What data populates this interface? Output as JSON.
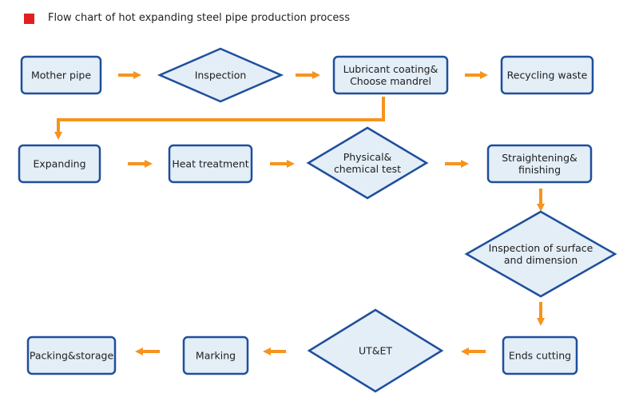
{
  "title": "Flow chart of hot expanding steel pipe production process",
  "colors": {
    "marker": "#e02020",
    "node_border": "#1f4f9c",
    "node_fill": "#e3eef7",
    "arrow": "#f7931e"
  },
  "nodes": {
    "mother_pipe": {
      "lines": [
        "Mother pipe"
      ]
    },
    "inspection": {
      "lines": [
        "Inspection"
      ]
    },
    "lubricant_coating": {
      "lines": [
        "Lubricant coating&",
        "Choose mandrel"
      ]
    },
    "recycling_waste": {
      "lines": [
        "Recycling waste"
      ]
    },
    "expanding": {
      "lines": [
        "Expanding"
      ]
    },
    "heat_treatment": {
      "lines": [
        "Heat treatment"
      ]
    },
    "physical_chemical_test": {
      "lines": [
        "Physical&",
        "chemical test"
      ]
    },
    "straightening_finishing": {
      "lines": [
        "Straightening&",
        "finishing"
      ]
    },
    "inspection_surface_dimension": {
      "lines": [
        "Inspection of surface",
        "and dimension"
      ]
    },
    "ends_cutting": {
      "lines": [
        "Ends cutting"
      ]
    },
    "ut_et": {
      "lines": [
        "UT&ET"
      ]
    },
    "marking": {
      "lines": [
        "Marking"
      ]
    },
    "packing_storage": {
      "lines": [
        "Packing&storage"
      ]
    }
  }
}
